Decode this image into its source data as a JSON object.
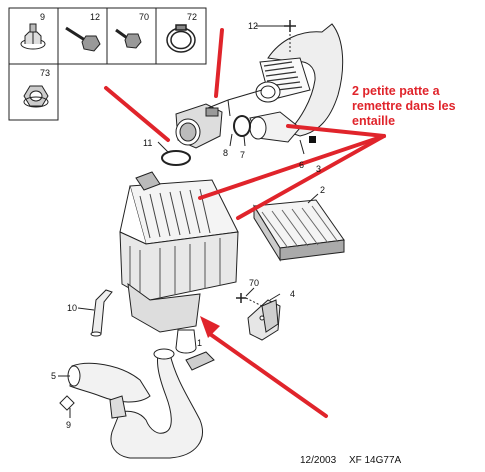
{
  "annotation": {
    "note": "2 petite patte a remettre dans les entaille",
    "color": "#e0242b"
  },
  "inset_parts": [
    "9",
    "12",
    "70",
    "72",
    "73"
  ],
  "callouts": [
    "12",
    "11",
    "8",
    "7",
    "6",
    "3",
    "2",
    "70",
    "4",
    "10",
    "1",
    "5",
    "9"
  ],
  "footer": {
    "date": "12/2003",
    "reference": "XF 14G77A"
  }
}
